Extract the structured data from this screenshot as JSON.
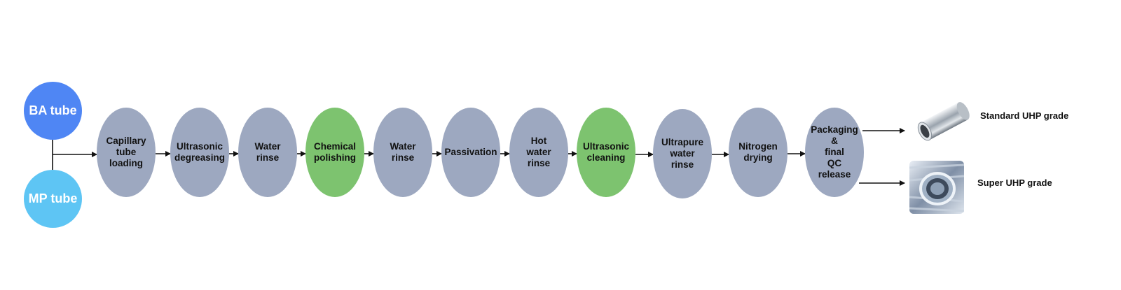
{
  "sources": [
    {
      "id": "ba",
      "label": "BA tube",
      "color": "#4f86f4"
    },
    {
      "id": "mp",
      "label": "MP tube",
      "color": "#5ec5f4"
    }
  ],
  "steps": [
    {
      "label": "Capillary\ntube\nloading",
      "kind": "gray"
    },
    {
      "label": "Ultrasonic\ndegreasing",
      "kind": "gray"
    },
    {
      "label": "Water\nrinse",
      "kind": "gray"
    },
    {
      "label": "Chemical\npolishing",
      "kind": "green"
    },
    {
      "label": "Water\nrinse",
      "kind": "gray"
    },
    {
      "label": "Passivation",
      "kind": "gray"
    },
    {
      "label": "Hot\nwater\nrinse",
      "kind": "gray"
    },
    {
      "label": "Ultrasonic\ncleaning",
      "kind": "green"
    },
    {
      "label": "Ultrapure\nwater\nrinse",
      "kind": "gray"
    },
    {
      "label": "Nitrogen\ndrying",
      "kind": "gray"
    },
    {
      "label": "Packaging\n&\nfinal\nQC\nrelease",
      "kind": "gray"
    }
  ],
  "outputs": [
    {
      "label": "Standard UHP grade",
      "icon": "steel-tube-icon"
    },
    {
      "label": "Super UHP grade",
      "icon": "tube-bundle-icon"
    }
  ],
  "colors": {
    "gray_step": "#9da8c0",
    "green_step": "#7dc36f",
    "arrow": "#111111"
  }
}
